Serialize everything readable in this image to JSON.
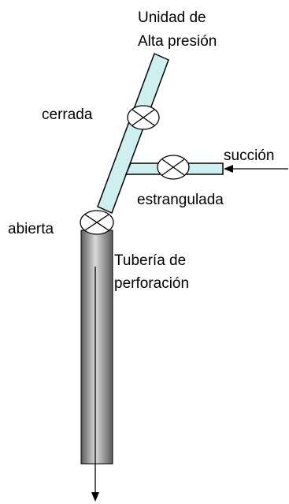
{
  "labels": {
    "unit_line1": "Unidad de",
    "unit_line2": "Alta presión",
    "closed_valve": "cerrada",
    "suction": "succión",
    "throttled_valve": "estrangulada",
    "open_valve": "abierta",
    "pipe_line1": "Tubería de",
    "pipe_line2": "perforación"
  },
  "colors": {
    "pipe_fill": "#cdeff0",
    "drill_pipe_dark": "#5a5a5a",
    "drill_pipe_light": "#d9d9d9",
    "stroke": "#000000"
  }
}
